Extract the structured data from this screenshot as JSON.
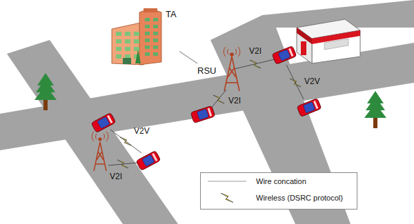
{
  "diagram": {
    "nodes": [
      {
        "text": [
          "TA"
        ]
      },
      {
        "text": [
          "RSU"
        ]
      }
    ],
    "edges": [
      {
        "from": 0,
        "to": 1,
        "arrow": "none"
      }
    ],
    "labels": [
      "V2I",
      "V2V",
      "V2I",
      "V2V",
      "V2I"
    ],
    "legend": [
      {
        "text": "Wire concation"
      },
      {
        "text": "Wireless (DSRC protocol)"
      }
    ]
  }
}
